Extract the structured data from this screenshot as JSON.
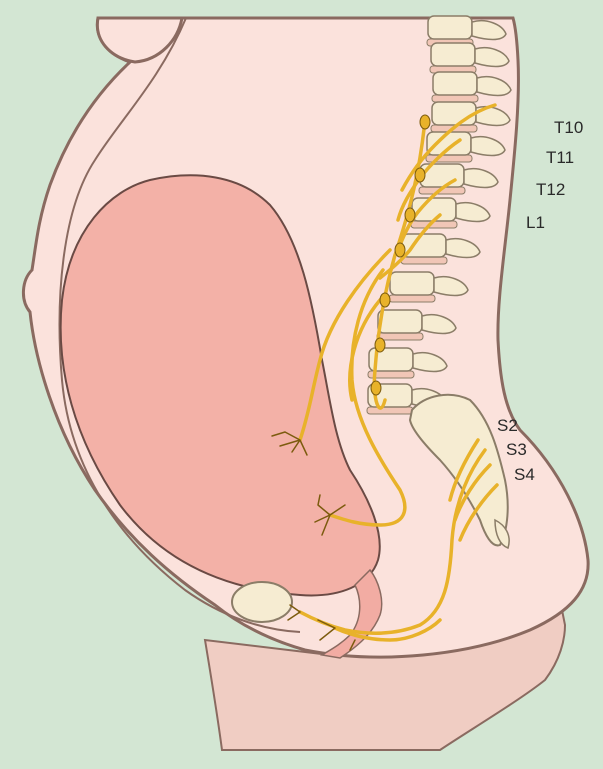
{
  "diagram": {
    "colors": {
      "background": "#d3e6d3",
      "body": "#fbe2dc",
      "body_outline": "#8a6a60",
      "uterus": "#f3b1a7",
      "uterus_outline": "#6a4a44",
      "spine": "#f6ecd2",
      "spine_outline": "#8b7d68",
      "disc": "#f1c6b6",
      "nerve": "#e8b22a",
      "nerve_outline": "#7c5b0e",
      "thigh": "#f0cdc3"
    },
    "labels": {
      "t10": "T10",
      "t11": "T11",
      "t12": "T12",
      "l1": "L1",
      "s2": "S2",
      "s3": "S3",
      "s4": "S4"
    }
  }
}
